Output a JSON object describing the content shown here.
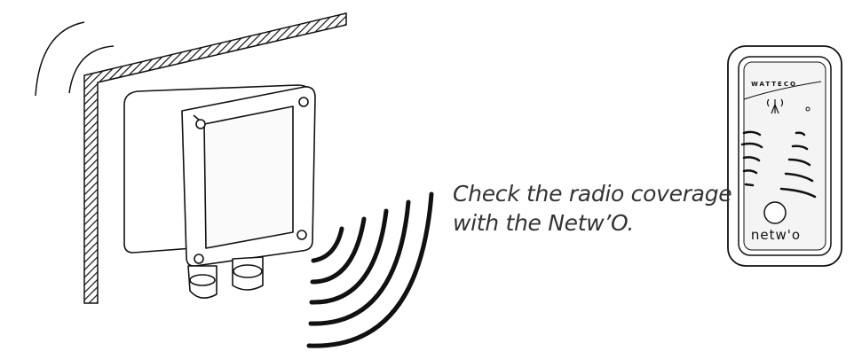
{
  "caption": {
    "line1": "Check the radio coverage",
    "line2": "with the Netw’O."
  },
  "device": {
    "brand": "WATTECO",
    "logo": "netw'o"
  },
  "icons": {
    "wall": "wall-hatch-icon",
    "enclosure": "electrical-enclosure-icon",
    "radio_waves": "radio-waves-icon",
    "tester": "netwo-tester-device-icon"
  },
  "colors": {
    "ink": "#1a1a1a",
    "text": "#333333",
    "background": "#ffffff"
  }
}
